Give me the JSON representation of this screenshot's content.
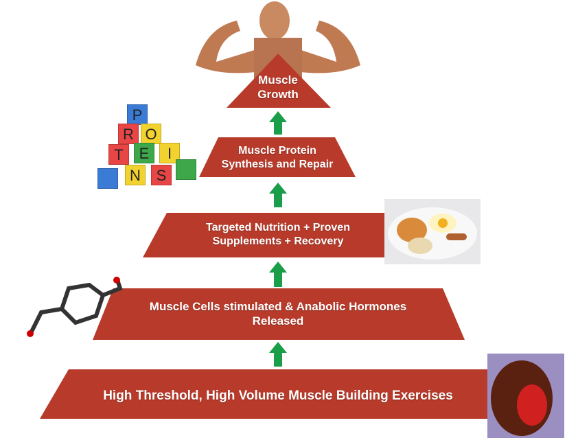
{
  "levels": [
    {
      "label": "Muscle Growth",
      "lines": [
        "Muscle",
        "Growth"
      ]
    },
    {
      "label": "Muscle Protein Synthesis and Repair",
      "lines": [
        "Muscle Protein",
        "Synthesis and Repair"
      ]
    },
    {
      "label": "Targeted Nutrition + Proven Supplements + Recovery",
      "lines": [
        "Targeted Nutrition + Proven",
        "Supplements + Recovery"
      ]
    },
    {
      "label": "Muscle Cells stimulated & Anabolic Hormones Released",
      "lines": [
        "Muscle Cells stimulated & Anabolic Hormones",
        "Released"
      ]
    },
    {
      "label": "High Threshold, High Volume Muscle Building Exercises",
      "lines": [
        "High Threshold, High Volume Muscle Building Exercises"
      ]
    }
  ],
  "protein_blocks": [
    "P",
    "R",
    "O",
    "T",
    "E",
    "I",
    "N",
    "S"
  ],
  "colors": {
    "band": "#b83a2a",
    "arrow": "#1a9e4a"
  }
}
